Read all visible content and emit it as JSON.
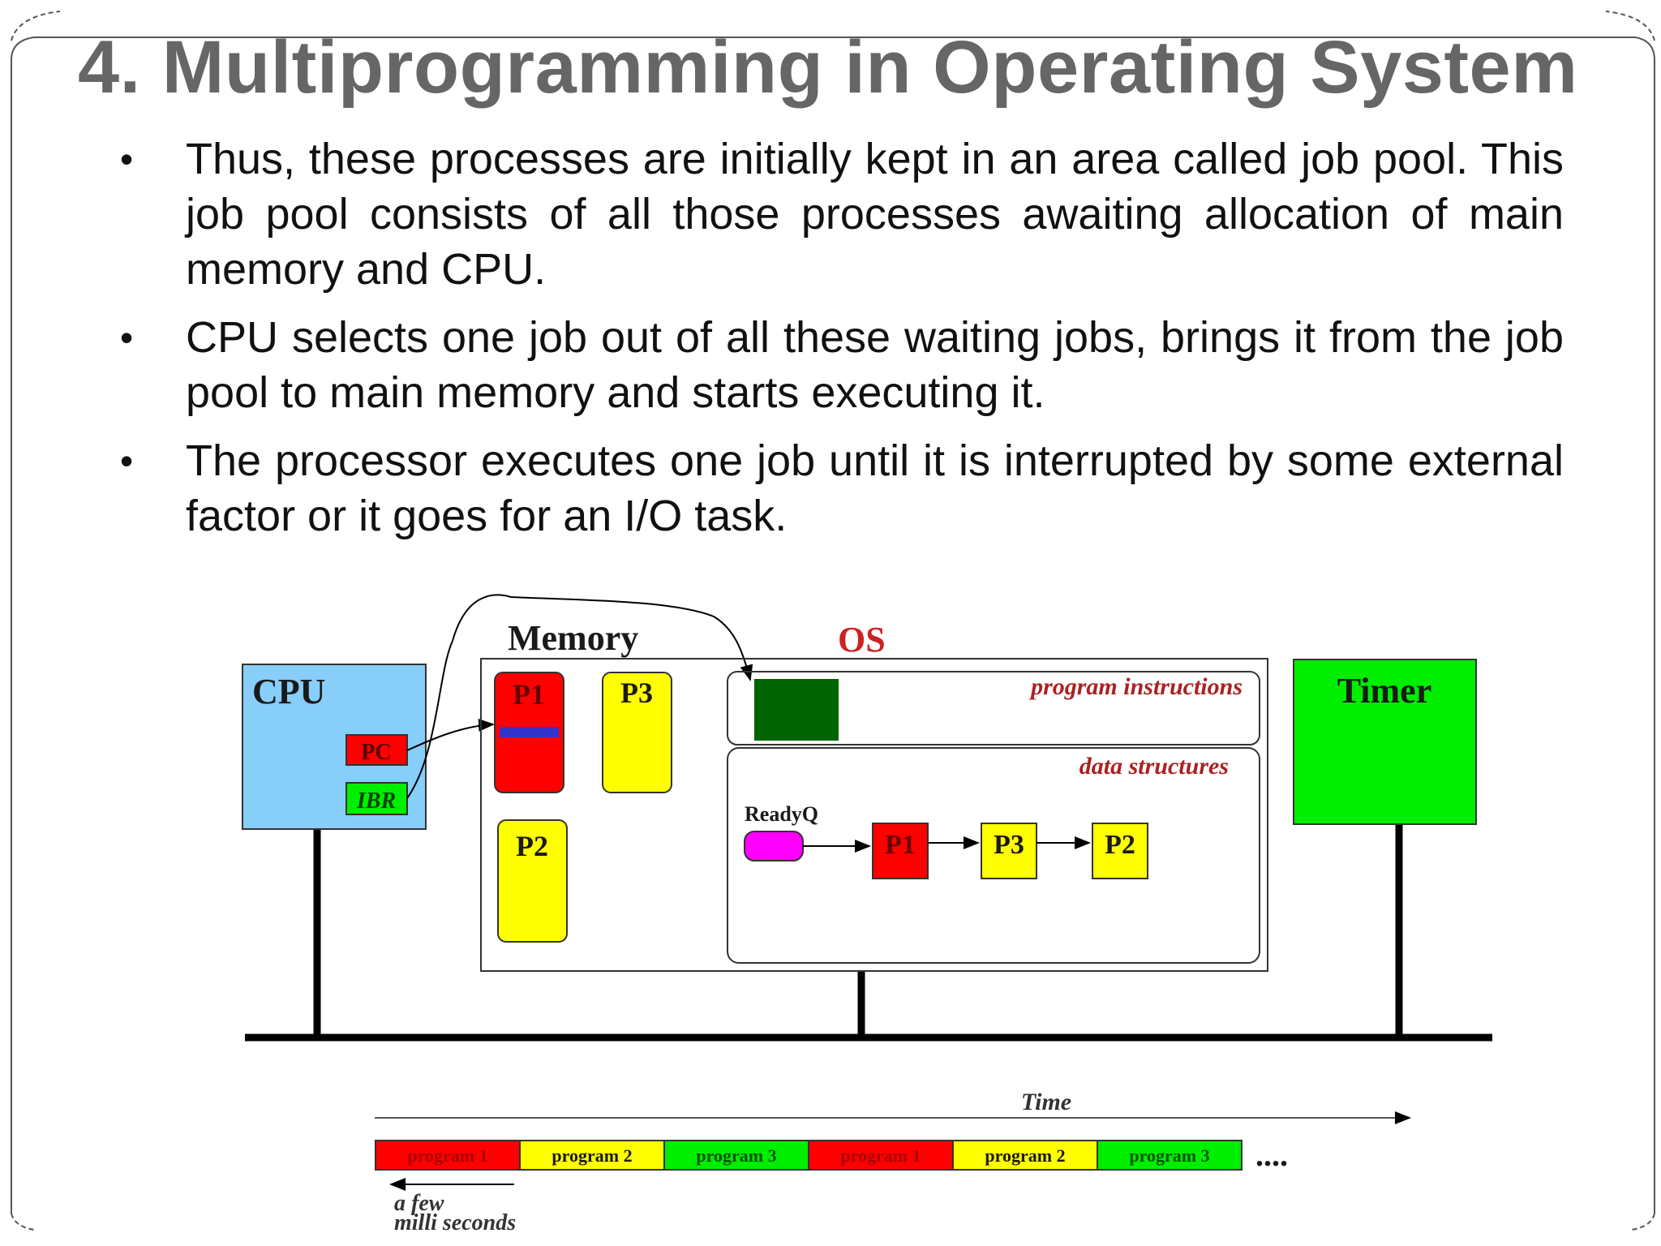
{
  "slide": {
    "title": "4. Multiprogramming  in Operating System",
    "bullets": [
      "Thus, these processes are initially kept in an area called job pool. This job pool consists of all those processes awaiting allocation of main memory and CPU.",
      "CPU selects one job out of all these waiting jobs, brings it from  the job pool to main memory and starts executing it.",
      "The processor executes one job until it is interrupted by some external factor or it goes for an I/O task."
    ]
  },
  "diagram": {
    "cpu": {
      "label": "CPU",
      "pc": "PC",
      "ibr": "IBR"
    },
    "memory": {
      "label": "Memory",
      "os_label": "OS",
      "blocks": [
        "P1",
        "P3",
        "P2"
      ],
      "program_instructions": "program instructions",
      "data_structures": "data structures",
      "readyq_label": "ReadyQ",
      "queue": [
        "P1",
        "P3",
        "P2"
      ]
    },
    "timer": {
      "label": "Timer"
    },
    "timeline": {
      "time_label": "Time",
      "segments": [
        "program 1",
        "program 2",
        "program 3",
        "program 1",
        "program 2",
        "program 3"
      ],
      "ellipsis": "....",
      "scale_note_line1": "a few",
      "scale_note_line2": "milli seconds"
    }
  },
  "colors": {
    "title": "#666666",
    "cpu_box": "#87cefa",
    "red": "#ff0000",
    "yellow": "#ffff00",
    "green": "#00ee00",
    "dark_green": "#006400",
    "magenta": "#ff00ff",
    "blue_bar": "#3333cc",
    "os_label": "#cc2222"
  }
}
